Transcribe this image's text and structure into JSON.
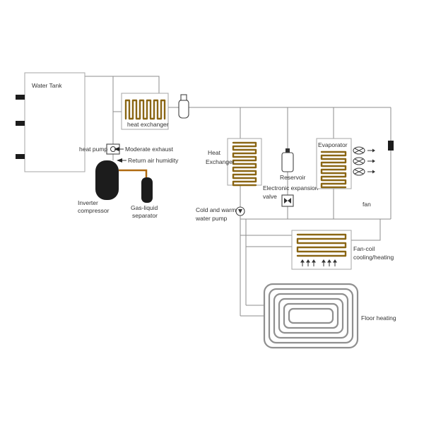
{
  "components": {
    "water_tank": {
      "label": "Water Tank"
    },
    "heat_exchanger_coil": {
      "label": "heat exchanger"
    },
    "heat_pump": {
      "label": "heat pump"
    },
    "airflow": {
      "moderate_exhaust": "Moderate exhaust",
      "return_air_humidity": "Return air humidity"
    },
    "inverter_compressor": {
      "line1": "Inverter",
      "line2": "compressor"
    },
    "gas_liquid_separator": {
      "line1": "Gas-liquid",
      "line2": "separator"
    },
    "main_heat_exchanger": {
      "line1": "Heat",
      "line2": "Exchanger"
    },
    "reservoir": {
      "label": "Reservoir"
    },
    "evaporator": {
      "label": "Evaporator"
    },
    "expansion_valve": {
      "line1": "Electronic expansion",
      "line2": "valve"
    },
    "water_pump": {
      "line1": "Cold and warm",
      "line2": "water pump"
    },
    "fan": {
      "label": "fan"
    },
    "fan_coil": {
      "line1": "Fan-coil",
      "line2": "cooling/heating"
    },
    "floor_heating": {
      "label": "Floor heating"
    }
  },
  "colors": {
    "coil": "#8a6614",
    "pipe_hot": "#b06a10",
    "line": "#8c8c8c",
    "component_dark": "#1c1c1c",
    "floor_coil": "#8f8f8f",
    "text": "#333333"
  }
}
